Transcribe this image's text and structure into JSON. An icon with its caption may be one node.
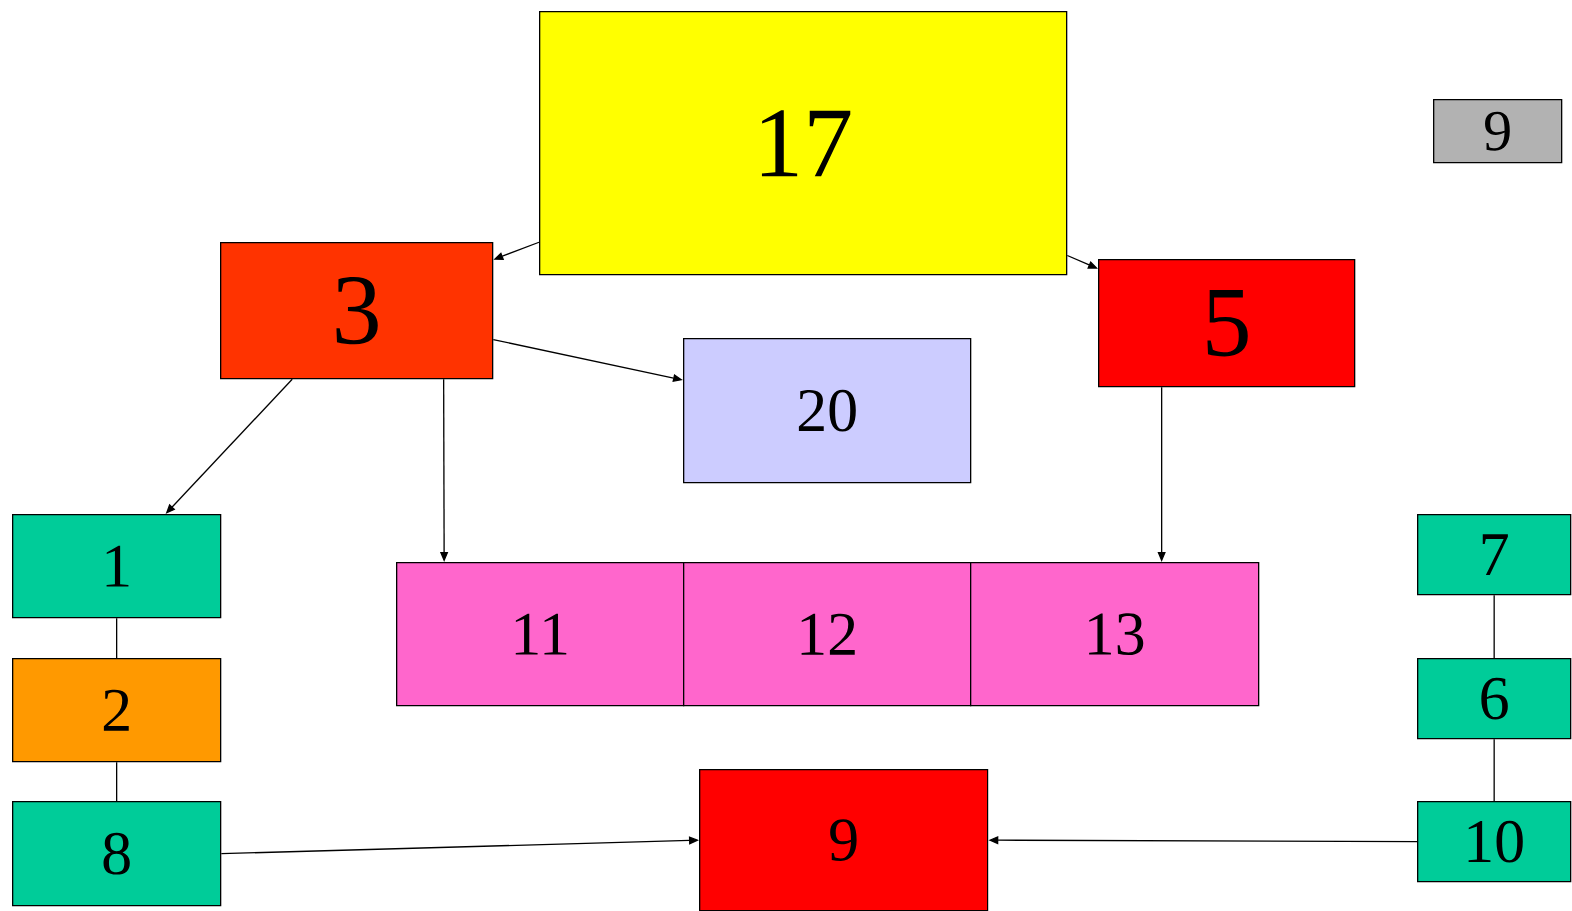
{
  "diagram": {
    "nodes": [
      {
        "text": [
          "17"
        ]
      },
      {
        "text": [
          "9"
        ]
      },
      {
        "text": [
          "3"
        ]
      },
      {
        "text": [
          "5"
        ]
      },
      {
        "text": [
          "20"
        ]
      },
      {
        "text": [
          "1"
        ]
      },
      {
        "text": [
          "11"
        ]
      },
      {
        "text": [
          "12"
        ]
      },
      {
        "text": [
          "13"
        ]
      },
      {
        "text": [
          "7"
        ]
      },
      {
        "text": [
          "2"
        ]
      },
      {
        "text": [
          "6"
        ]
      },
      {
        "text": [
          "8"
        ]
      },
      {
        "text": [
          "9"
        ]
      },
      {
        "text": [
          "10"
        ]
      }
    ],
    "edges": [
      {
        "from": 0,
        "to": 2,
        "arrow": "to"
      },
      {
        "from": 0,
        "to": 3,
        "arrow": "to"
      },
      {
        "from": 2,
        "to": 4,
        "arrow": "to"
      },
      {
        "from": 2,
        "to": 5,
        "arrow": "to"
      },
      {
        "from": 2,
        "to": 6,
        "arrow": "to"
      },
      {
        "from": 3,
        "to": 8,
        "arrow": "to"
      },
      {
        "from": 12,
        "to": 13,
        "arrow": "to"
      },
      {
        "from": 14,
        "to": 13,
        "arrow": "to"
      },
      {
        "from": 5,
        "to": 10,
        "arrow": "none"
      },
      {
        "from": 10,
        "to": 12,
        "arrow": "none"
      },
      {
        "from": 9,
        "to": 11,
        "arrow": "none"
      },
      {
        "from": 11,
        "to": 14,
        "arrow": "none"
      }
    ]
  }
}
